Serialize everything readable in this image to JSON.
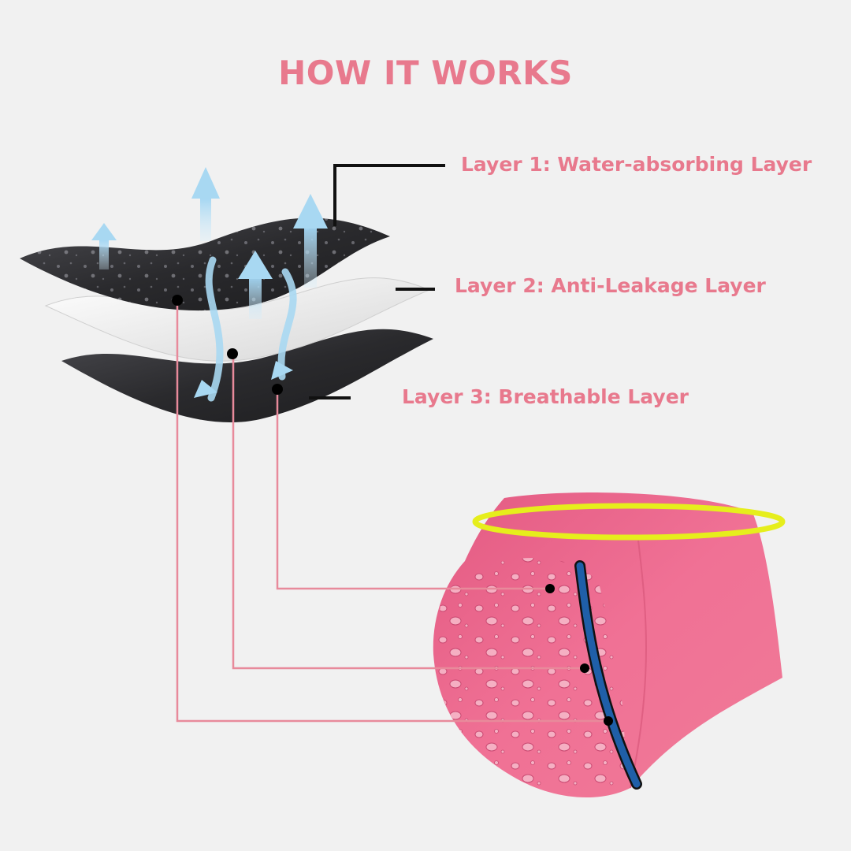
{
  "title": "HOW IT WORKS",
  "layers": [
    {
      "label": "Layer 1: Water-absorbing Layer"
    },
    {
      "label": "Layer 2: Anti-Leakage Layer"
    },
    {
      "label": "Layer 3: Breathable Layer"
    }
  ],
  "colors": {
    "background": "#f1f1f1",
    "accent_pink": "#e8798d",
    "fabric_pink": "#ec6f8e",
    "layer_dark": "#2b2b2e",
    "layer_light": "#e9e9e9",
    "arrow_blue": "#a8d8f2",
    "waistband_yellow": "#e6ee1c",
    "inner_line_blue": "#1f5fa8",
    "leader_line": "#e88a9b"
  }
}
